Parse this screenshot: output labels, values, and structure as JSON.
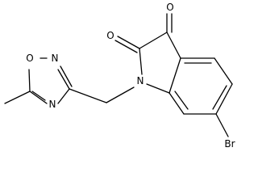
{
  "molecule": {
    "atoms": {
      "O_ring_top": "O",
      "N_ring_top": "N",
      "N_ring_bottom": "N",
      "O_carbonyl_upper": "O",
      "O_carbonyl_left": "O",
      "N_indole": "N",
      "Br": "Br"
    }
  },
  "colors": {
    "line": "#000000",
    "background": "#ffffff"
  }
}
